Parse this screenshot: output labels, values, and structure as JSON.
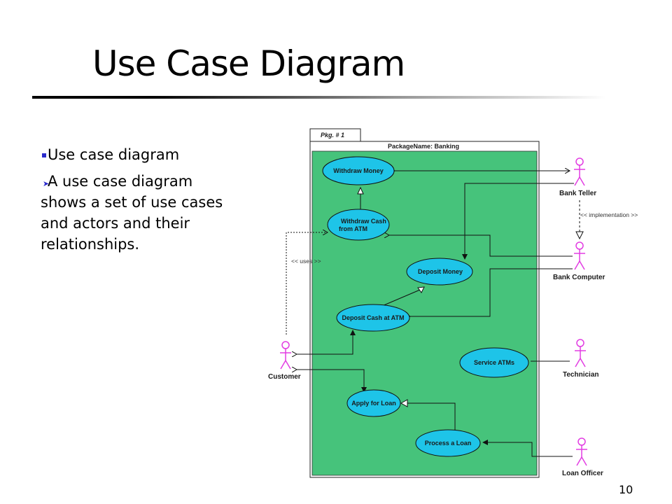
{
  "slide": {
    "title": "Use Case Diagram",
    "bullet": "Use case diagram",
    "paragraph_line1": "A use case diagram",
    "paragraph_rest": "shows a set of use cases and actors and their relationships.",
    "page_number": "10"
  },
  "diagram": {
    "package_tab": "Pkg. # 1",
    "package_name": "PackageName: Banking",
    "use_cases": {
      "withdraw_money": "Withdraw Money",
      "withdraw_cash_1": "Withdraw Cash",
      "withdraw_cash_2": "from ATM",
      "deposit_money": "Deposit Money",
      "deposit_cash": "Deposit Cash at ATM",
      "service_atms": "Service ATMs",
      "apply_loan": "Apply for Loan",
      "process_loan": "Process a Loan"
    },
    "actors": {
      "bank_teller": "Bank Teller",
      "bank_computer": "Bank Computer",
      "technician": "Technician",
      "customer": "Customer",
      "loan_officer": "Loan Officer"
    },
    "stereotypes": {
      "implementation": "<< implementation >>",
      "uses": "<< uses >>"
    },
    "colors": {
      "package_fill": "#46c37b",
      "usecase_fill": "#1ec4e8",
      "actor_stroke": "#e23de2"
    }
  }
}
